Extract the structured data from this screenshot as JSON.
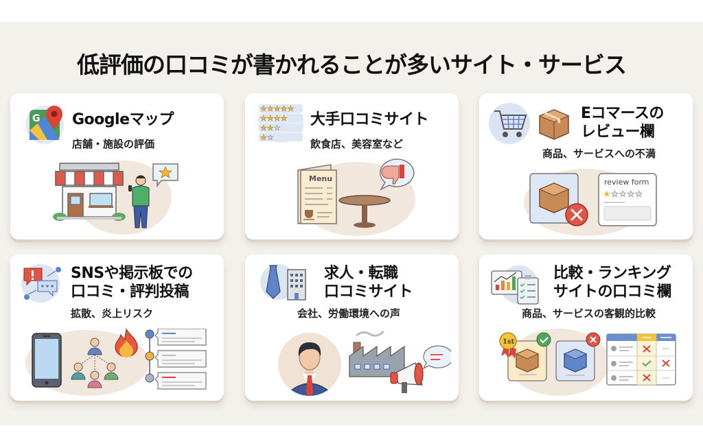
{
  "page": {
    "title": "低評価の口コミが書かれることが多いサイト・サービス"
  },
  "colors": {
    "background": "#f3f1ec",
    "card": "#ffffff",
    "card_shadow": "#d9d2c7",
    "blob": "#f1e7dc",
    "accent_blue": "#6a8fd0",
    "accent_red": "#e05545",
    "accent_green": "#4fa85a",
    "star": "#f2b63b"
  },
  "cards": [
    {
      "id": "google-maps",
      "title_lines": [
        "Googleマップ"
      ],
      "subtitle": "店舗・施設の評価",
      "icon": "google-maps-pin-icon",
      "illustration": [
        "storefront-icon",
        "person-with-phone-icon",
        "star-speech-bubble-icon"
      ]
    },
    {
      "id": "review-sites",
      "title_lines": [
        "大手口コミサイト"
      ],
      "subtitle": "飲食店、美容室など",
      "icon": "star-rating-list-icon",
      "illustration": [
        "menu-icon",
        "table-icon",
        "thumbs-down-bubble-icon"
      ],
      "menu_label": "Menu"
    },
    {
      "id": "ecommerce",
      "title_lines": [
        "Eコマースの",
        "レビュー欄"
      ],
      "subtitle": "商品、サービスへの不満",
      "icon": "shopping-cart-icon",
      "illustration": [
        "package-icon",
        "rejected-package-icon",
        "review-form-icon"
      ],
      "review_form_label": "review form",
      "review_stars": 1,
      "review_stars_total": 5
    },
    {
      "id": "sns",
      "title_lines": [
        "SNSや掲示板での",
        "口コミ・評判投稿"
      ],
      "subtitle": "拡散、炎上リスク",
      "icon": "chat-alert-network-icon",
      "illustration": [
        "smartphone-icon",
        "people-network-icon",
        "fire-icon",
        "comment-thread-icon"
      ]
    },
    {
      "id": "job-sites",
      "title_lines": [
        "求人・転職",
        "口コミサイト"
      ],
      "subtitle": "会社、労働環境への声",
      "icon": "tie-building-icon",
      "illustration": [
        "businessman-avatar-icon",
        "factory-icon",
        "megaphone-icon"
      ]
    },
    {
      "id": "comparison",
      "title_lines": [
        "比較・ランキング",
        "サイトの口コミ欄"
      ],
      "subtitle": "商品、サービスの客観的比較",
      "icon": "chart-checklist-icon",
      "illustration": [
        "first-place-product-icon",
        "rejected-product-icon",
        "comparison-table-icon"
      ],
      "badge_label": "1st"
    }
  ]
}
